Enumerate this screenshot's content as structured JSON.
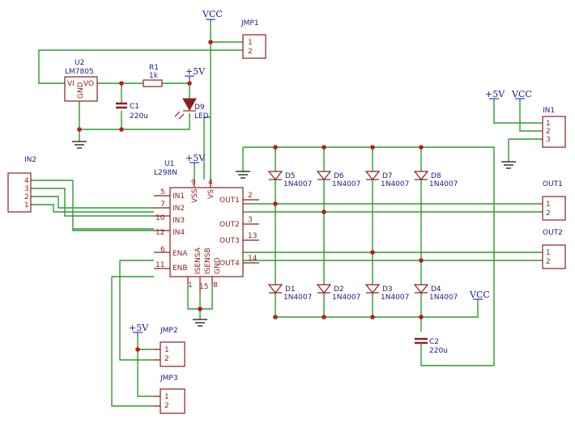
{
  "power": {
    "vcc": "VCC",
    "p5v": "+5V"
  },
  "jmp1": {
    "ref": "JMP1",
    "p1": "1",
    "p2": "2"
  },
  "jmp2": {
    "ref": "JMP2",
    "p1": "1",
    "p2": "2"
  },
  "jmp3": {
    "ref": "JMP3",
    "p1": "1",
    "p2": "2"
  },
  "in1": {
    "ref": "IN1",
    "p1": "1",
    "p2": "2",
    "p3": "3"
  },
  "in2": {
    "ref": "IN2",
    "p1": "1",
    "p2": "2",
    "p3": "3",
    "p4": "4"
  },
  "out1": {
    "ref": "OUT1",
    "p1": "1",
    "p2": "2"
  },
  "out2": {
    "ref": "OUT2",
    "p1": "1",
    "p2": "2"
  },
  "u2": {
    "ref": "U2",
    "value": "LM7805",
    "vi": "VI",
    "vo": "VO",
    "gnd": "GND"
  },
  "r1": {
    "ref": "R1",
    "value": "1k"
  },
  "c1": {
    "ref": "C1",
    "value": "220u"
  },
  "c2": {
    "ref": "C2",
    "value": "220u"
  },
  "d9": {
    "ref": "D9",
    "value": "LED"
  },
  "u1": {
    "ref": "U1",
    "value": "L298N",
    "pins": {
      "in1": "IN1",
      "in2": "IN2",
      "in3": "IN3",
      "in4": "IN4",
      "ena": "ENA",
      "enb": "ENB",
      "out1": "OUT1",
      "out2": "OUT2",
      "out3": "OUT3",
      "out4": "OUT4",
      "vss": "VSS",
      "vs": "VS",
      "isensa": "ISENSA",
      "isensb": "ISENSB",
      "gnd": "GND"
    },
    "nums": {
      "in1": "5",
      "in2": "7",
      "in3": "10",
      "in4": "12",
      "ena": "6",
      "enb": "11",
      "out1": "2",
      "out2": "3",
      "out3": "13",
      "out4": "14",
      "vss": "9",
      "vs": "4",
      "isensa": "1",
      "isensb": "15",
      "gnd": "8"
    }
  },
  "diodes": {
    "d1": "D1",
    "d2": "D2",
    "d3": "D3",
    "d4": "D4",
    "d5": "D5",
    "d6": "D6",
    "d7": "D7",
    "d8": "D8",
    "value": "1N4007"
  }
}
